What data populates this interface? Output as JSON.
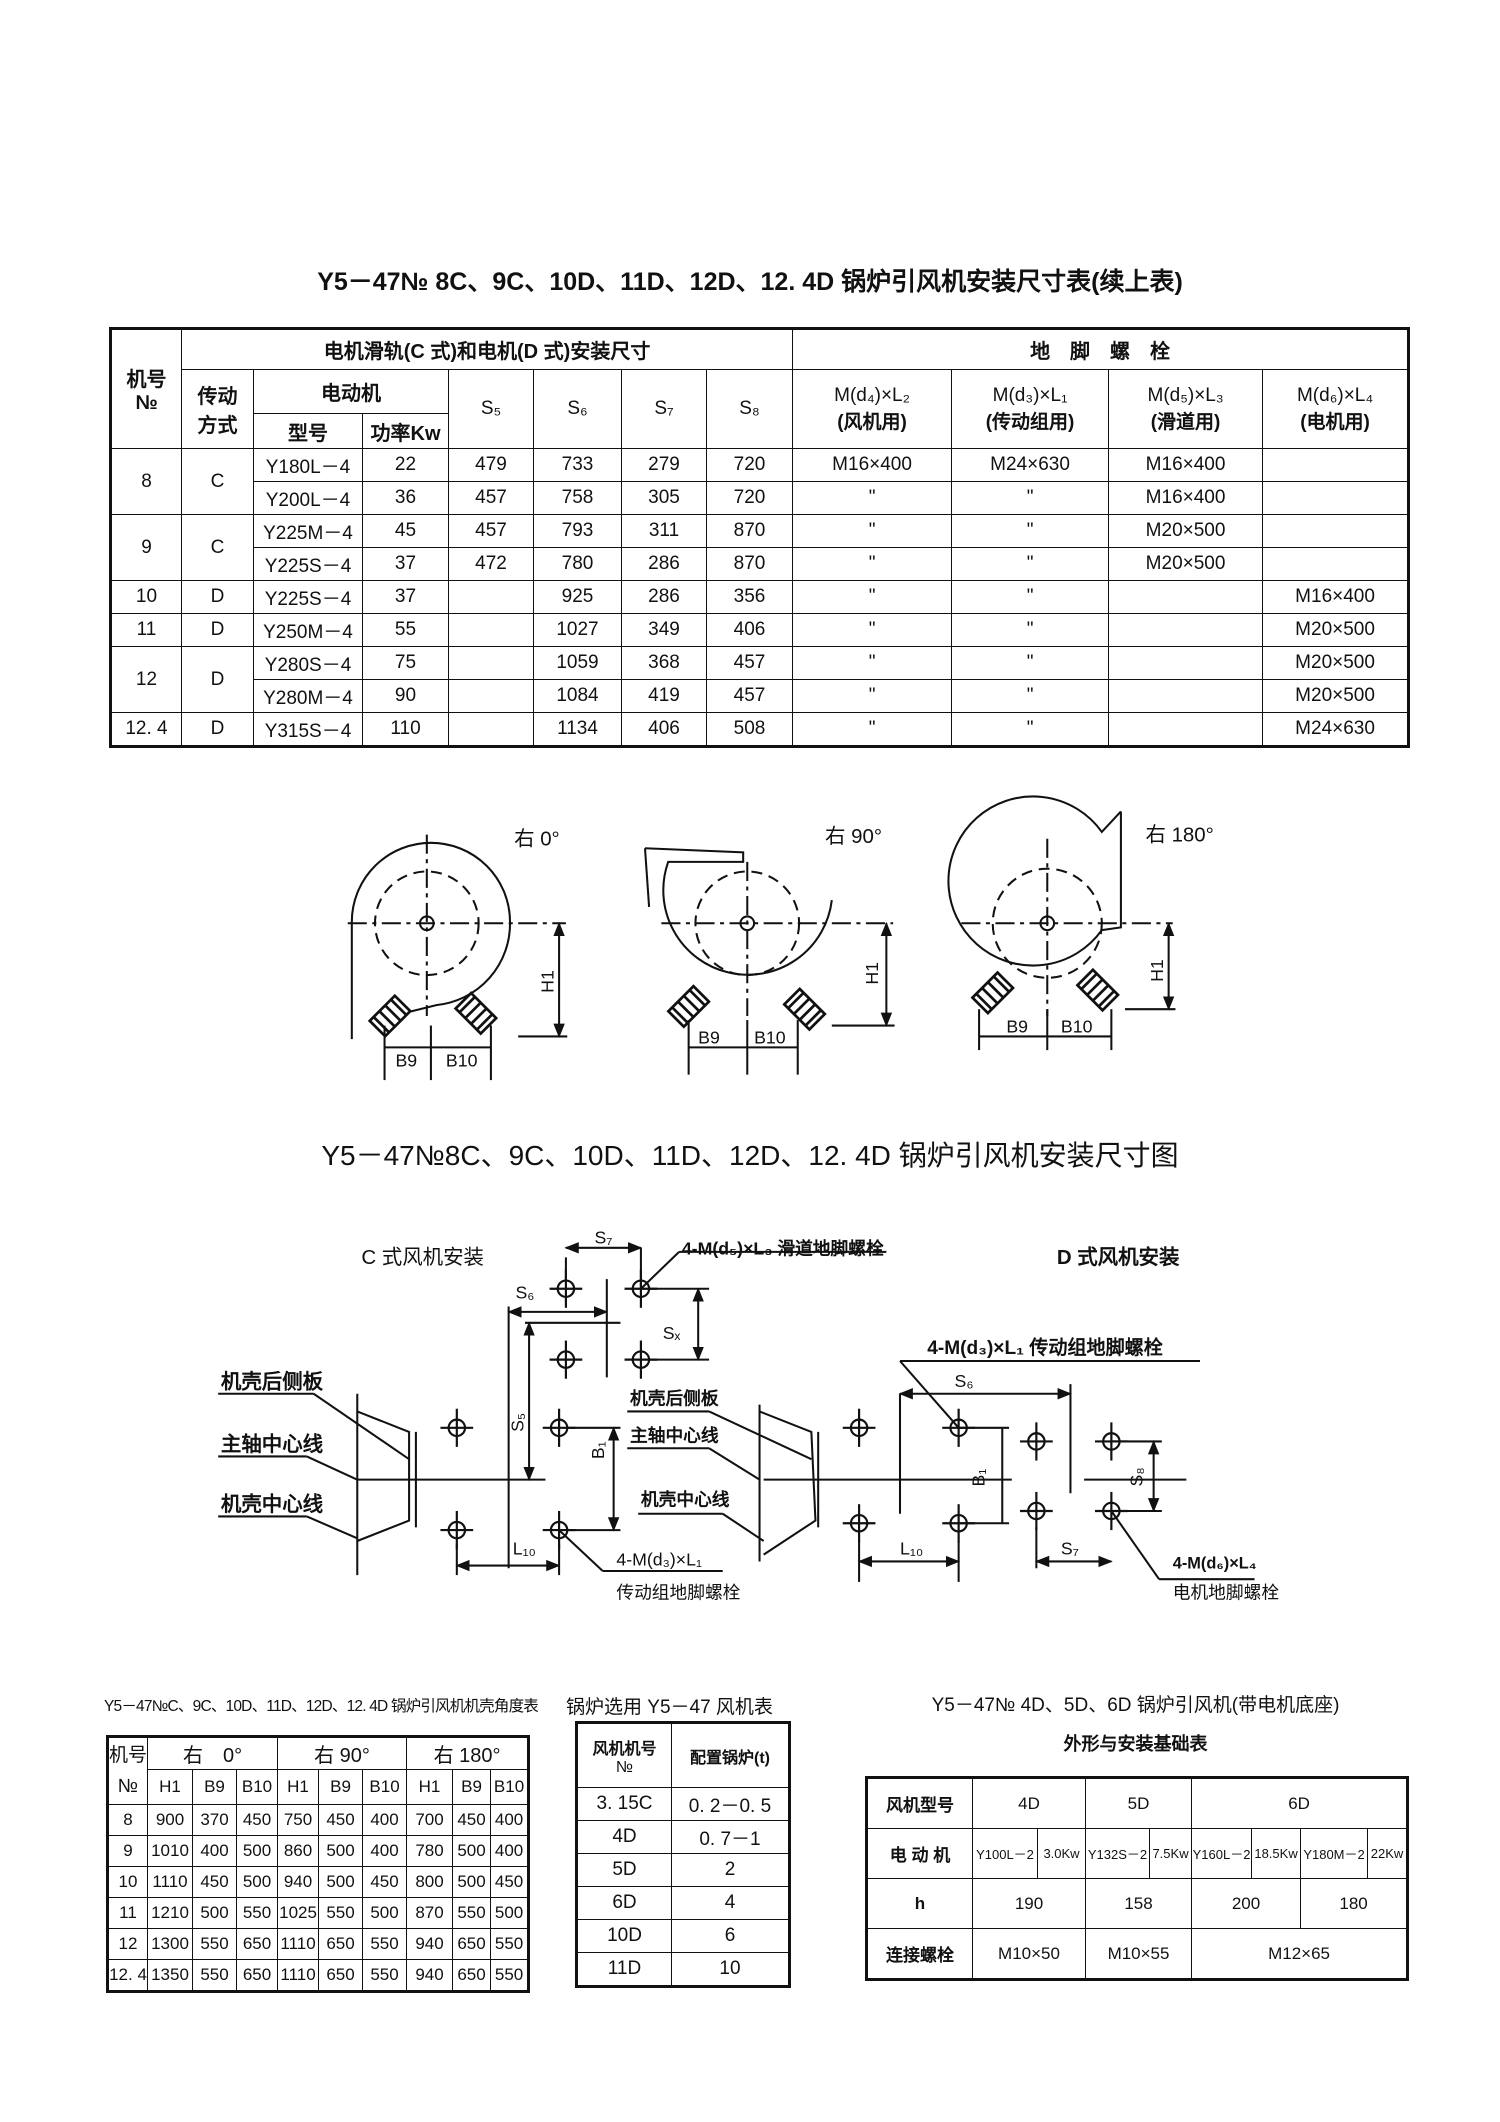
{
  "titles": {
    "top": "Y5－47№ 8C、9C、10D、11D、12D、12. 4D 锅炉引风机安装尺寸表(续上表)",
    "figure": "Y5－47№8C、9C、10D、11D、12D、12. 4D 锅炉引风机安装尺寸图",
    "angle_table": "Y5－47№C、9C、10D、11D、12D、12. 4D 锅炉引风机机壳角度表",
    "boiler_table": "锅炉选用 Y5－47 风机表",
    "base_table_line1": "Y5－47№ 4D、5D、6D 锅炉引风机(带电机底座)",
    "base_table_line2": "外形与安装基础表"
  },
  "main_table": {
    "header": {
      "no_1": "机号",
      "no_2": "№",
      "group_motor": "电机滑轨(C 式)和电机(D 式)安装尺寸",
      "group_bolts": "地　脚　螺　栓",
      "drive_1": "传动",
      "drive_2": "方式",
      "motor": "电动机",
      "model": "型号",
      "power": "功率Kw",
      "s5": "S₅",
      "s6": "S₆",
      "s7": "S₇",
      "s8": "S₈",
      "bolt1_a": "M(d₄)×L₂",
      "bolt1_b": "(风机用)",
      "bolt2_a": "M(d₃)×L₁",
      "bolt2_b": "(传动组用)",
      "bolt3_a": "M(d₅)×L₃",
      "bolt3_b": "(滑道用)",
      "bolt4_a": "M(d₆)×L₄",
      "bolt4_b": "(电机用)"
    },
    "rows": [
      [
        "8",
        "C",
        "Y180L－4",
        "22",
        "479",
        "733",
        "279",
        "720",
        "M16×400",
        "M24×630",
        "M16×400",
        ""
      ],
      [
        null,
        null,
        "Y200L－4",
        "36",
        "457",
        "758",
        "305",
        "720",
        "\"",
        "\"",
        "M16×400",
        ""
      ],
      [
        "9",
        "C",
        "Y225M－4",
        "45",
        "457",
        "793",
        "311",
        "870",
        "\"",
        "\"",
        "M20×500",
        ""
      ],
      [
        null,
        null,
        "Y225S－4",
        "37",
        "472",
        "780",
        "286",
        "870",
        "\"",
        "\"",
        "M20×500",
        ""
      ],
      [
        "10",
        "D",
        "Y225S－4",
        "37",
        "",
        "925",
        "286",
        "356",
        "\"",
        "\"",
        "",
        "M16×400"
      ],
      [
        "11",
        "D",
        "Y250M－4",
        "55",
        "",
        "1027",
        "349",
        "406",
        "\"",
        "\"",
        "",
        "M20×500"
      ],
      [
        "12",
        "D",
        "Y280S－4",
        "75",
        "",
        "1059",
        "368",
        "457",
        "\"",
        "\"",
        "",
        "M20×500"
      ],
      [
        null,
        null,
        "Y280M－4",
        "90",
        "",
        "1084",
        "419",
        "457",
        "\"",
        "\"",
        "",
        "M20×500"
      ],
      [
        "12. 4",
        "D",
        "Y315S－4",
        "110",
        "",
        "1134",
        "406",
        "508",
        "\"",
        "\"",
        "",
        "M24×630"
      ]
    ]
  },
  "fan_views": [
    {
      "label": "右 0°",
      "h": "H1",
      "b9": "B9",
      "b10": "B10"
    },
    {
      "label": "右 90°",
      "h": "H1",
      "b9": "B9",
      "b10": "B10"
    },
    {
      "label": "右 180°",
      "h": "H1",
      "b9": "B9",
      "b10": "B10"
    }
  ],
  "install": {
    "c_title": "C 式风机安装",
    "d_title": "D 式风机安装",
    "back_plate": "机壳后侧板",
    "shaft_center": "主轴中心线",
    "casing_center": "机壳中心线",
    "slide_bolt": "4-M(d₅)×L₃ 滑道地脚螺栓",
    "drive_bolt_d": "4-M(d₃)×L₁ 传动组地脚螺栓",
    "drive_bolt_c_1": "4-M(d₃)×L₁",
    "drive_bolt_c_2": "传动组地脚螺栓",
    "motor_bolt_1": "4-M(d₆)×L₄",
    "motor_bolt_2": "电机地脚螺栓",
    "dims": {
      "s7": "S₇",
      "s6": "S₆",
      "sx": "Sₓ",
      "s5": "S₅",
      "b1": "B₁",
      "l10": "L₁₀",
      "s8": "S₈"
    }
  },
  "angle_table": {
    "header": {
      "no_1": "机号",
      "no_2": "№",
      "r0": "右　0°",
      "r90": "右 90°",
      "r180": "右 180°",
      "sub": [
        "H1",
        "B9",
        "B10",
        "H1",
        "B9",
        "B10",
        "H1",
        "B9",
        "B10"
      ]
    },
    "rows": [
      [
        "8",
        "900",
        "370",
        "450",
        "750",
        "450",
        "400",
        "700",
        "450",
        "400"
      ],
      [
        "9",
        "1010",
        "400",
        "500",
        "860",
        "500",
        "400",
        "780",
        "500",
        "400"
      ],
      [
        "10",
        "1110",
        "450",
        "500",
        "940",
        "500",
        "450",
        "800",
        "500",
        "450"
      ],
      [
        "11",
        "1210",
        "500",
        "550",
        "1025",
        "550",
        "500",
        "870",
        "550",
        "500"
      ],
      [
        "12",
        "1300",
        "550",
        "650",
        "1110",
        "650",
        "550",
        "940",
        "650",
        "550"
      ],
      [
        "12. 4",
        "1350",
        "550",
        "650",
        "1110",
        "650",
        "550",
        "940",
        "650",
        "550"
      ]
    ]
  },
  "boiler_table": {
    "header": {
      "fan_no_1": "风机机号",
      "fan_no_2": "№",
      "boiler": "配置锅炉(t)"
    },
    "rows": [
      [
        "3. 15C",
        "0. 2－0. 5"
      ],
      [
        "4D",
        "0. 7－1"
      ],
      [
        "5D",
        "2"
      ],
      [
        "6D",
        "4"
      ],
      [
        "10D",
        "6"
      ],
      [
        "11D",
        "10"
      ]
    ]
  },
  "base_table": {
    "fan_model_label": "风机型号",
    "models": [
      "4D",
      "5D",
      "6D"
    ],
    "motor_label": "电 动 机",
    "motors": [
      "Y100L－2",
      "3.0Kw",
      "Y132S－2",
      "7.5Kw",
      "Y160L－2",
      "18.5Kw",
      "Y180M－2",
      "22Kw"
    ],
    "h_label": "h",
    "h_values": [
      "190",
      "158",
      "200",
      "180"
    ],
    "bolt_label": "连接螺栓",
    "bolts": [
      "M10×50",
      "M10×55",
      "M12×65"
    ]
  }
}
